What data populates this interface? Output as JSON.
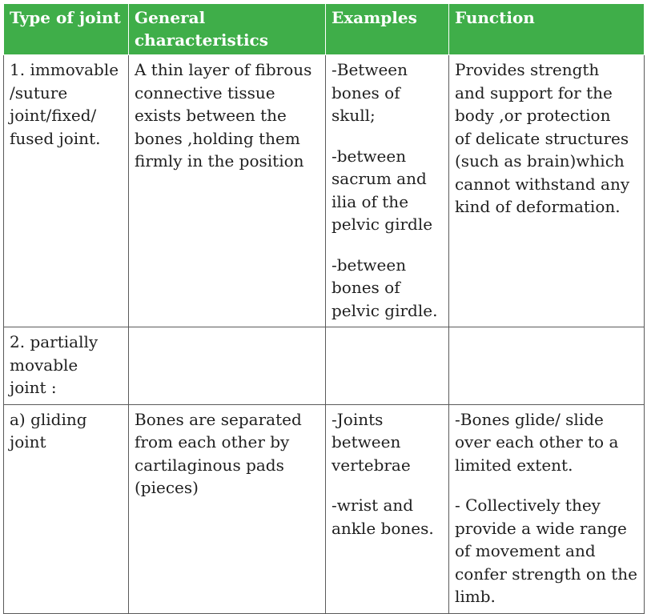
{
  "table": {
    "headers": [
      [
        "Type of joint"
      ],
      [
        "General",
        "characteristics"
      ],
      [
        "Examples"
      ],
      [
        "Function"
      ]
    ],
    "rows": [
      {
        "type": [
          "1. immovable",
          "/suture",
          "joint/fixed/",
          "fused joint."
        ],
        "characteristics": [
          [
            "A thin layer of fibrous",
            "connective tissue",
            "exists between the",
            "bones ,holding them",
            "firmly in the position"
          ]
        ],
        "examples": [
          [
            "-Between",
            "bones of",
            "skull;"
          ],
          [
            "-between",
            "sacrum and",
            "ilia of the",
            "pelvic girdle"
          ],
          [
            "-between",
            "bones of",
            "pelvic girdle."
          ]
        ],
        "function": [
          [
            "Provides strength",
            "and support for the",
            "body ,or protection",
            "of delicate structures",
            "(such as brain)which",
            "cannot withstand any",
            "kind of deformation."
          ]
        ]
      },
      {
        "type": [
          "2. partially",
          "movable",
          "joint :"
        ],
        "characteristics": [],
        "examples": [],
        "function": []
      },
      {
        "type": [
          "a) gliding",
          "joint"
        ],
        "characteristics": [
          [
            "Bones are separated",
            "from each other by",
            "cartilaginous pads",
            "(pieces)"
          ]
        ],
        "examples": [
          [
            "-Joints",
            "between",
            "vertebrae"
          ],
          [
            "-wrist and",
            "ankle bones."
          ]
        ],
        "function": [
          [
            "-Bones glide/ slide",
            "over each other to a",
            "limited extent."
          ],
          [
            "- Collectively they",
            "provide a wide range",
            "of movement and",
            "confer strength on the",
            "limb."
          ]
        ]
      }
    ]
  }
}
